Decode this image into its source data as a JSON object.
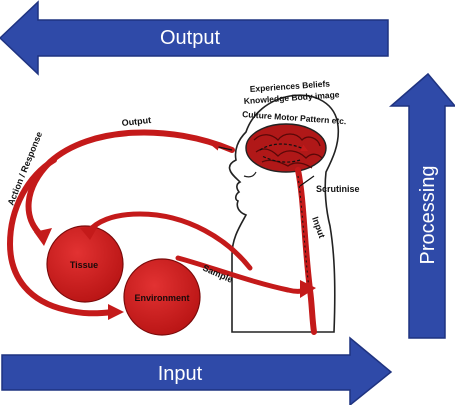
{
  "banners": {
    "output": "Output",
    "input": "Input",
    "processing": "Processing"
  },
  "diagram": {
    "output_arrow_label": "Output",
    "action_response_label": "Action / Response",
    "tissue_label": "Tissue",
    "environment_label": "Environment",
    "sample_label": "Sample",
    "input_label": "Input",
    "scrutinise_label": "Scrutinise",
    "brain_words": {
      "line1": "Experiences  Beliefs",
      "line2": "Knowledge  Body image",
      "line3": "Culture  Motor Pattern etc."
    }
  },
  "colors": {
    "banner_blue": "#2f4aa8",
    "banner_edge": "#1f3380",
    "arrow_red": "#c41a1a",
    "arrow_red_dark": "#8f0f0f",
    "ball_red": "#d21f1f",
    "brain_red": "#b01818",
    "outline": "#222222"
  }
}
